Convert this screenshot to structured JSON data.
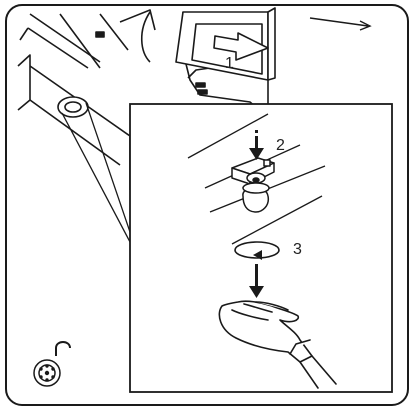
{
  "colors": {
    "ink": "#1a1a1a",
    "gray": "#9a9a9a",
    "paper": "#ffffff"
  },
  "steps": [
    {
      "number": "1",
      "action": "slide"
    },
    {
      "number": "2",
      "action": "press"
    },
    {
      "number": "3",
      "action": "rotate"
    }
  ],
  "icons": {
    "unlock": "unlocked-padlock-icon",
    "press_arrow": "down-arrow-icon",
    "rotate_arrow": "rotate-arrow-icon",
    "drop_arrow": "down-arrow-icon",
    "hand": "open-hand-icon"
  }
}
